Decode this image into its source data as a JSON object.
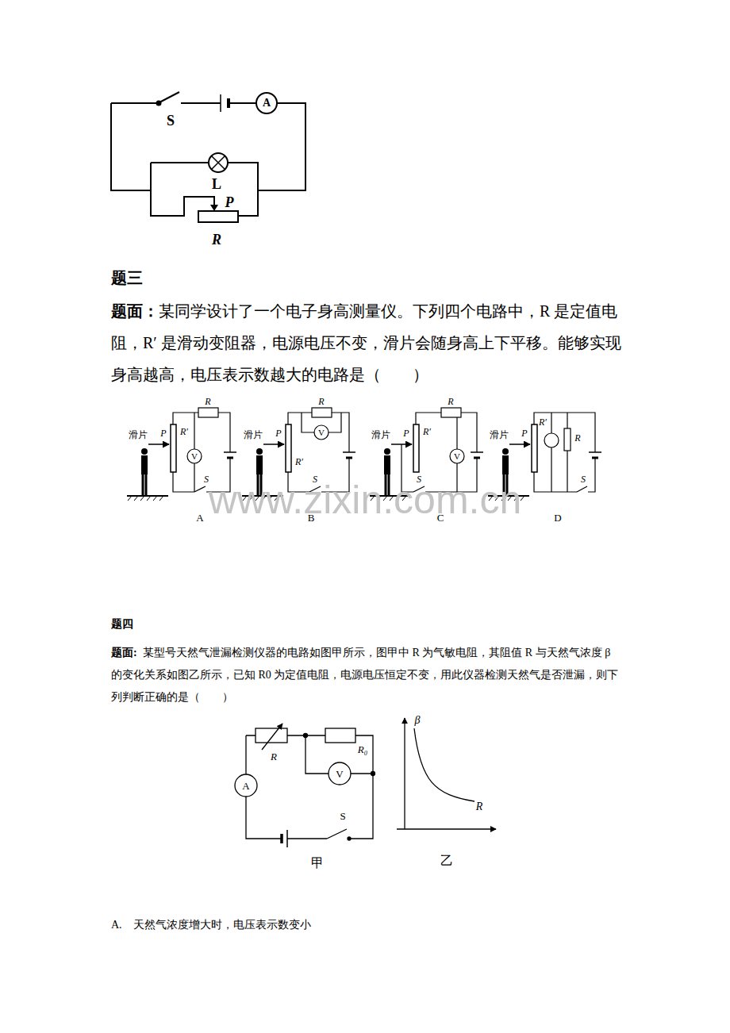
{
  "diagram": {
    "labels": [
      "S",
      "A",
      "L",
      "P",
      "R",
      "题三",
      "题面：",
      "某同学设计了一个电子身高测量仪。下列四个电路中，R 是定值电阻，R′ 是滑动变阻器，电源电压不变，滑片会随身高上下平移。能够实现身高越高，电压表示数越大的电路是（　　）",
      "R",
      "滑片",
      "P",
      "R′",
      "V",
      "S",
      "A",
      "R",
      "滑片",
      "P",
      "V",
      "R′",
      "S",
      "B",
      "R",
      "滑片",
      "P",
      "R′",
      "V",
      "S",
      "C",
      "滑片",
      "P",
      "R′",
      "R",
      "S",
      "D",
      "www.zixin.com.cn",
      "题四",
      "题面:",
      "某型号天然气泄漏检测仪器的电路如图甲所示，图甲中 R 为气敏电阻，其阻值 R 与天然气浓度 β 的变化关系如图乙所示，已知 R0 为定值电阻，电源电压恒定不变，用此仪器检测天然气是否泄漏，则下列判断正确的是（　　）",
      "R",
      "R₀",
      "A",
      "V",
      "S",
      "甲",
      "β",
      "R",
      "乙",
      "A.　天然气浓度增大时，电压表示数变小"
    ]
  }
}
